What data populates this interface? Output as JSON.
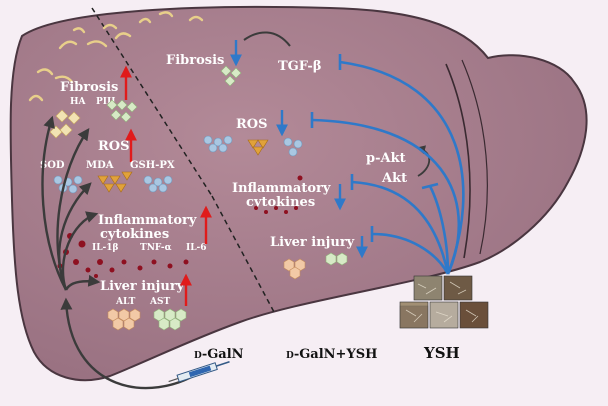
{
  "left_panel": {
    "fibrosis": "Fibrosis",
    "fibrosis_markers": [
      "HA",
      "PIII"
    ],
    "ros": "ROS",
    "ros_markers": [
      "SOD",
      "MDA",
      "GSH-PX"
    ],
    "inflammatory_line1": "Inflammatory",
    "inflammatory_line2": "cytokines",
    "cytokine_markers": [
      "IL-1β",
      "TNF-α",
      "IL-6"
    ],
    "liver_injury": "Liver injury",
    "injury_markers": [
      "ALT",
      "AST"
    ]
  },
  "middle_panel": {
    "fibrosis": "Fibrosis",
    "tgf": "TGF-β",
    "ros": "ROS",
    "inflammatory_line1": "Inflammatory",
    "inflammatory_line2": "cytokines",
    "liver_injury": "Liver injury",
    "pakt": "p-Akt",
    "akt": "Akt"
  },
  "groups": {
    "galn_prefix": "D",
    "galn_name": "-GalN",
    "combo_prefix": "D",
    "combo_name": "-GalN+YSH",
    "ysh": "YSH"
  },
  "colors": {
    "liver": "#a9808e",
    "liver_outline": "#4a3640",
    "inhibit_line": "#2f79c9",
    "up_arrow": "#e01b1b",
    "down_arrow": "#2f79c9",
    "cell_green": "#cfe6c1",
    "ros_blue": "#a9c7e2",
    "ros_orange": "#e1a23a",
    "cytokine_dot": "#8e1020",
    "injury_cell": "#f2c9a6",
    "label_white": "#ffffff",
    "label_black": "#111111"
  }
}
